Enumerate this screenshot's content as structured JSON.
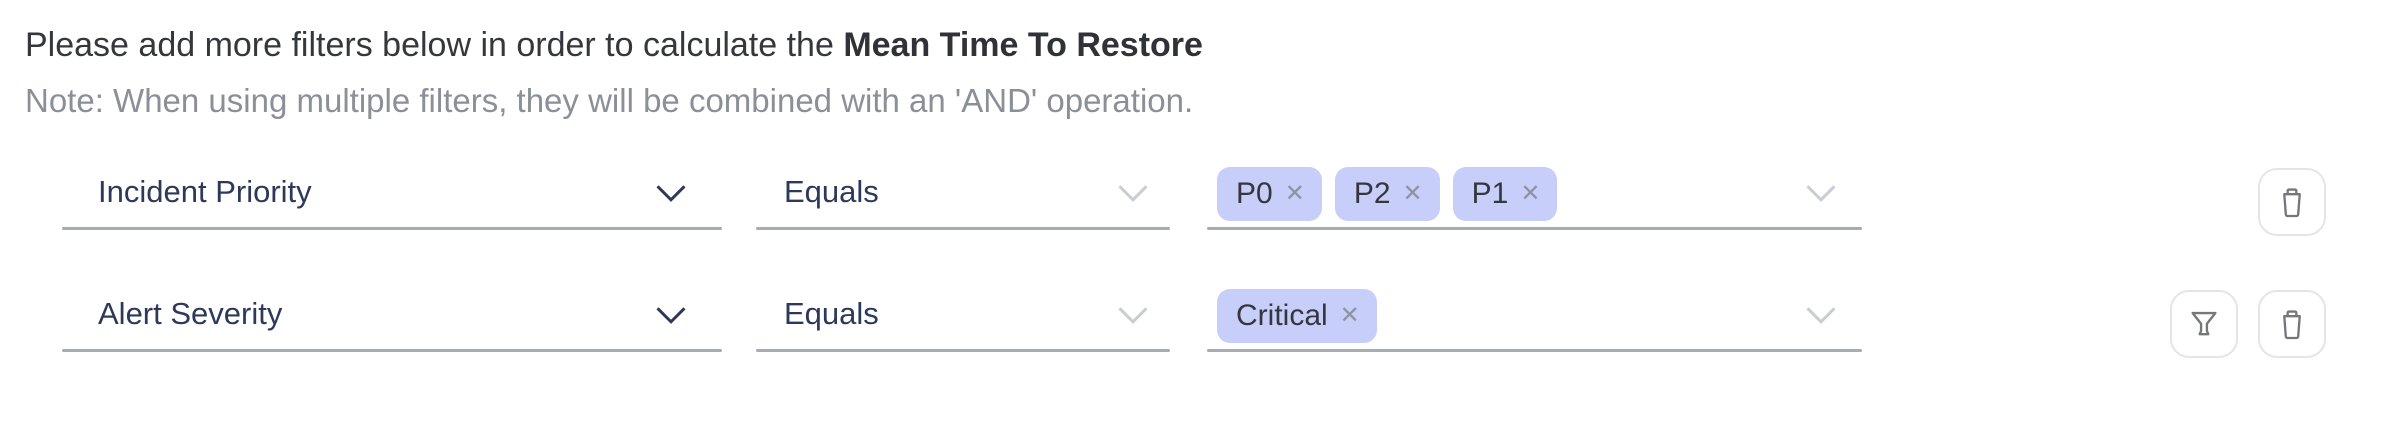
{
  "header": {
    "intro_text": "Please add more filters below in order to calculate the ",
    "metric_name": "Mean Time To Restore",
    "note": "Note: When using multiple filters, they will be combined with an 'AND' operation."
  },
  "filters": {
    "rows": [
      {
        "field": "Incident Priority",
        "operator": "Equals",
        "values": [
          "P0",
          "P2",
          "P1"
        ],
        "actions": [
          "delete"
        ]
      },
      {
        "field": "Alert Severity",
        "operator": "Equals",
        "values": [
          "Critical"
        ],
        "actions": [
          "filter",
          "delete"
        ]
      }
    ],
    "remove_tag_glyph": "✕"
  },
  "colors": {
    "title_text": "#34373c",
    "note_text": "#8b9098",
    "field_text": "#2d395a",
    "field_underline": "#a7abb2",
    "chevron_muted": "#c9ccd3",
    "tag_background": "#c6cef9",
    "tag_text": "#34383e",
    "tag_remove": "#8e93a2",
    "button_border": "#e3e5e9",
    "button_icon": "#76777b",
    "page_background": "#ffffff"
  }
}
